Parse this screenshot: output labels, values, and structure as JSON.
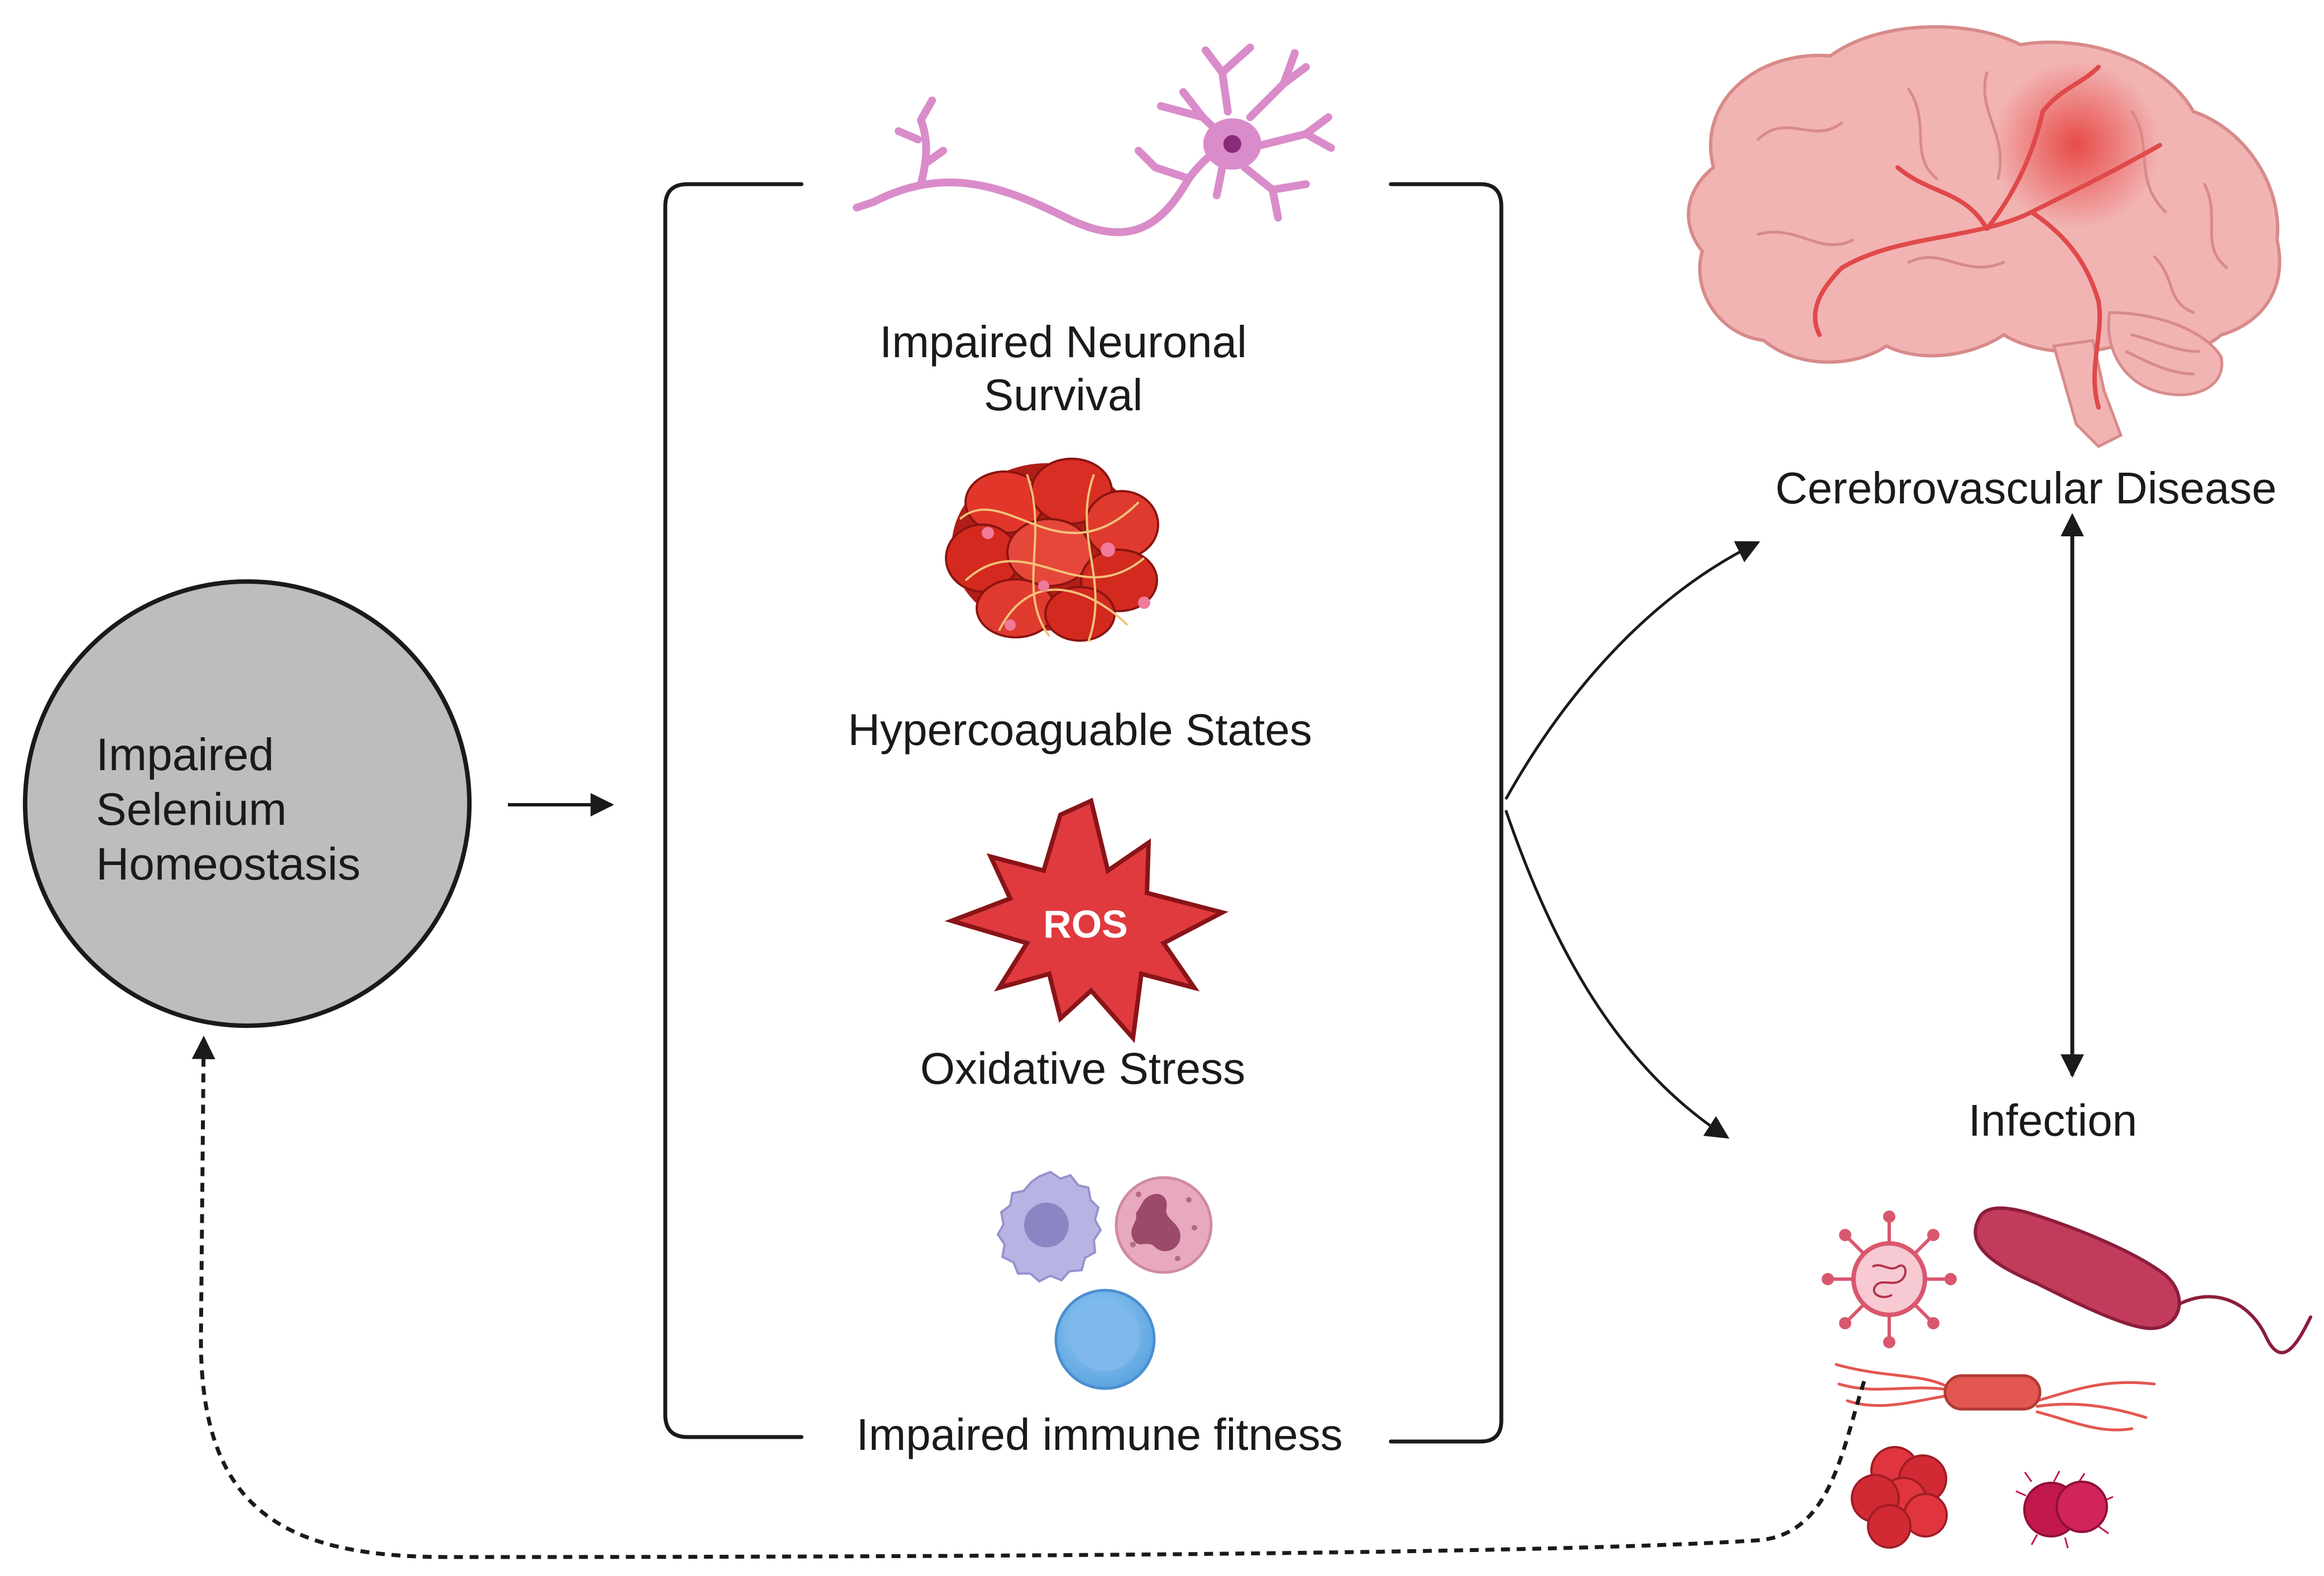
{
  "source_node": {
    "lines": [
      "Impaired",
      "Selenium",
      "Homeostasis"
    ],
    "fill_color": "#bdbdbd"
  },
  "mechanisms": {
    "neuronal": {
      "lines": [
        "Impaired Neuronal",
        "Survival"
      ],
      "icon": "neuron-icon"
    },
    "coagulation": {
      "label": "Hypercoaguable States",
      "icon": "blood-clot-icon"
    },
    "oxidative": {
      "label": "Oxidative Stress",
      "badge": "ROS",
      "icon": "ros-starburst-icon"
    },
    "immune": {
      "label": "Impaired immune fitness",
      "icon": "immune-cells-icon"
    }
  },
  "outcomes": {
    "cerebrovascular": {
      "label": "Cerebrovascular Disease",
      "icon": "brain-icon"
    },
    "infection": {
      "label": "Infection",
      "icon": "pathogens-icon"
    }
  },
  "colors": {
    "outline": "#1a1a1a",
    "neuron": "#d98cc9",
    "clot": "#c8221a",
    "ros": "#e03a3e",
    "brain": "#f2b3b3",
    "brain_vessel": "#e0494a"
  }
}
